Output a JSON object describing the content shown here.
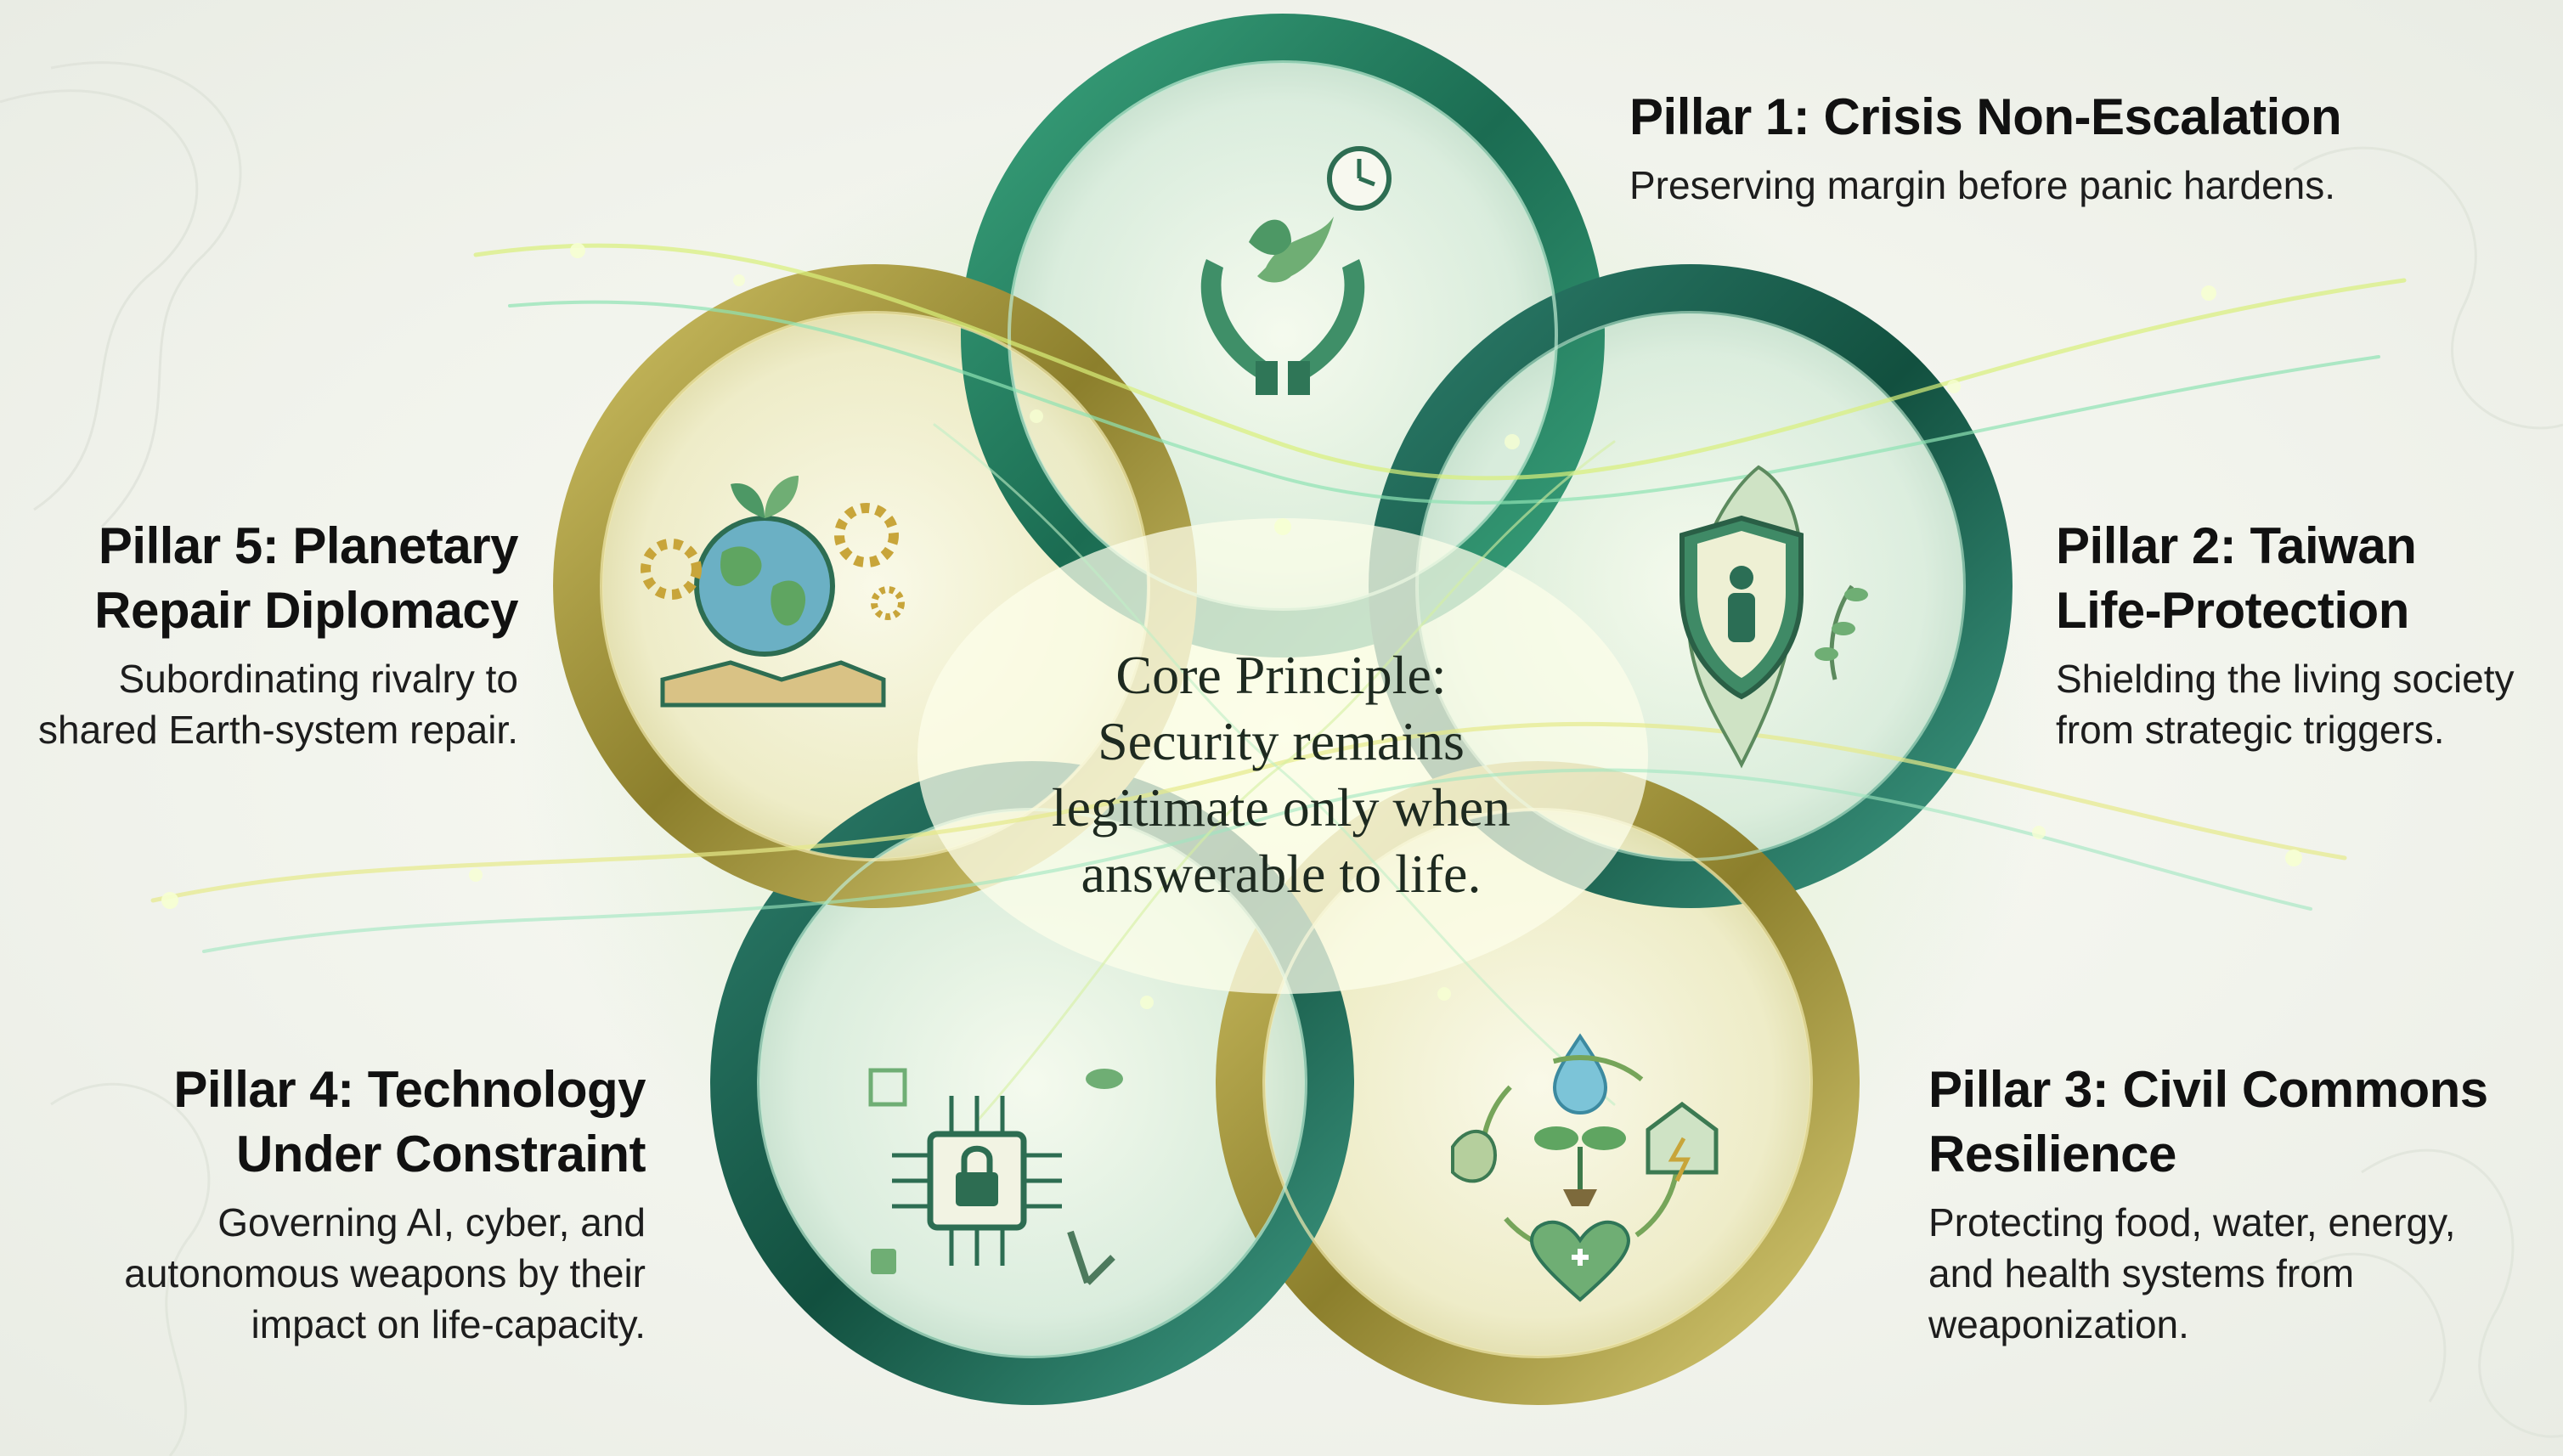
{
  "core": {
    "line1": "Core Principle:",
    "line2": "Security remains",
    "line3": "legitimate only when",
    "line4": "answerable to life."
  },
  "pillars": [
    {
      "id": 1,
      "title_lines": [
        "Pillar 1: Crisis Non-Escalation"
      ],
      "desc_lines": [
        "Preserving margin before panic hardens."
      ],
      "icon": "dove-hands-clock-icon"
    },
    {
      "id": 2,
      "title_lines": [
        "Pillar 2: Taiwan",
        "Life-Protection"
      ],
      "desc_lines": [
        "Shielding the living society",
        "from strategic triggers."
      ],
      "icon": "shield-taiwan-icon"
    },
    {
      "id": 3,
      "title_lines": [
        "Pillar 3: Civil Commons",
        "Resilience"
      ],
      "desc_lines": [
        "Protecting food, water, energy,",
        "and health systems from",
        "weaponization."
      ],
      "icon": "resource-cycle-icon"
    },
    {
      "id": 4,
      "title_lines": [
        "Pillar 4: Technology",
        "Under Constraint"
      ],
      "desc_lines": [
        "Governing AI, cyber, and",
        "autonomous weapons by their",
        "impact on life-capacity."
      ],
      "icon": "chip-lock-icon"
    },
    {
      "id": 5,
      "title_lines": [
        "Pillar 5: Planetary",
        "Repair Diplomacy"
      ],
      "desc_lines": [
        "Subordinating rivalry to",
        "shared Earth-system repair."
      ],
      "icon": "globe-handshake-icon"
    }
  ],
  "colors": {
    "deep_green": "#1f7a5a",
    "teal": "#2f8f7a",
    "gold": "#b9a94a",
    "light_glow": "#f6f8d8"
  }
}
